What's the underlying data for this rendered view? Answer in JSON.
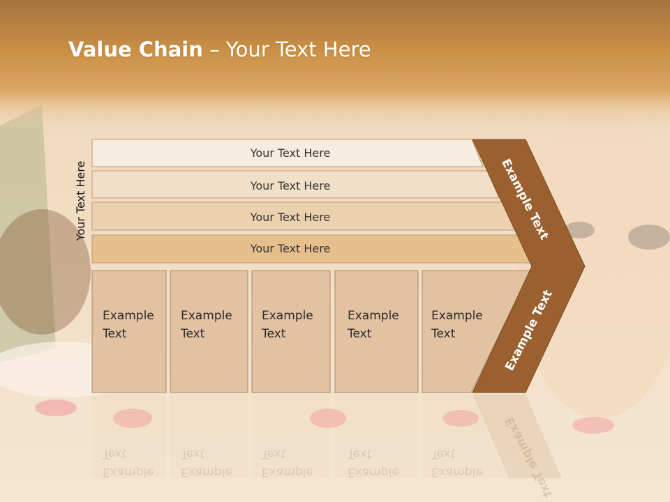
{
  "title": {
    "bold": "Value Chain",
    "rest": " – Your Text Here"
  },
  "side_label": "Your Text Here",
  "rows": [
    "Your Text Here",
    "Your Text Here",
    "Your Text Here",
    "Your Text Here"
  ],
  "boxes": [
    {
      "line1": "Example",
      "line2": "Text"
    },
    {
      "line1": "Example",
      "line2": "Text"
    },
    {
      "line1": "Example",
      "line2": "Text"
    },
    {
      "line1": "Example",
      "line2": "Text"
    },
    {
      "line1": "Example",
      "line2": "Text"
    }
  ],
  "chevron": {
    "top_label": "Example Text",
    "bottom_label": "Example Text"
  },
  "colors": {
    "header": "#c98f45",
    "chevron": "#9a6030",
    "row_fills": [
      "#f6ece0",
      "#f1dfc7",
      "#ecd1ae",
      "#e7bf8c"
    ],
    "box_fill": "#e2c2a0"
  }
}
